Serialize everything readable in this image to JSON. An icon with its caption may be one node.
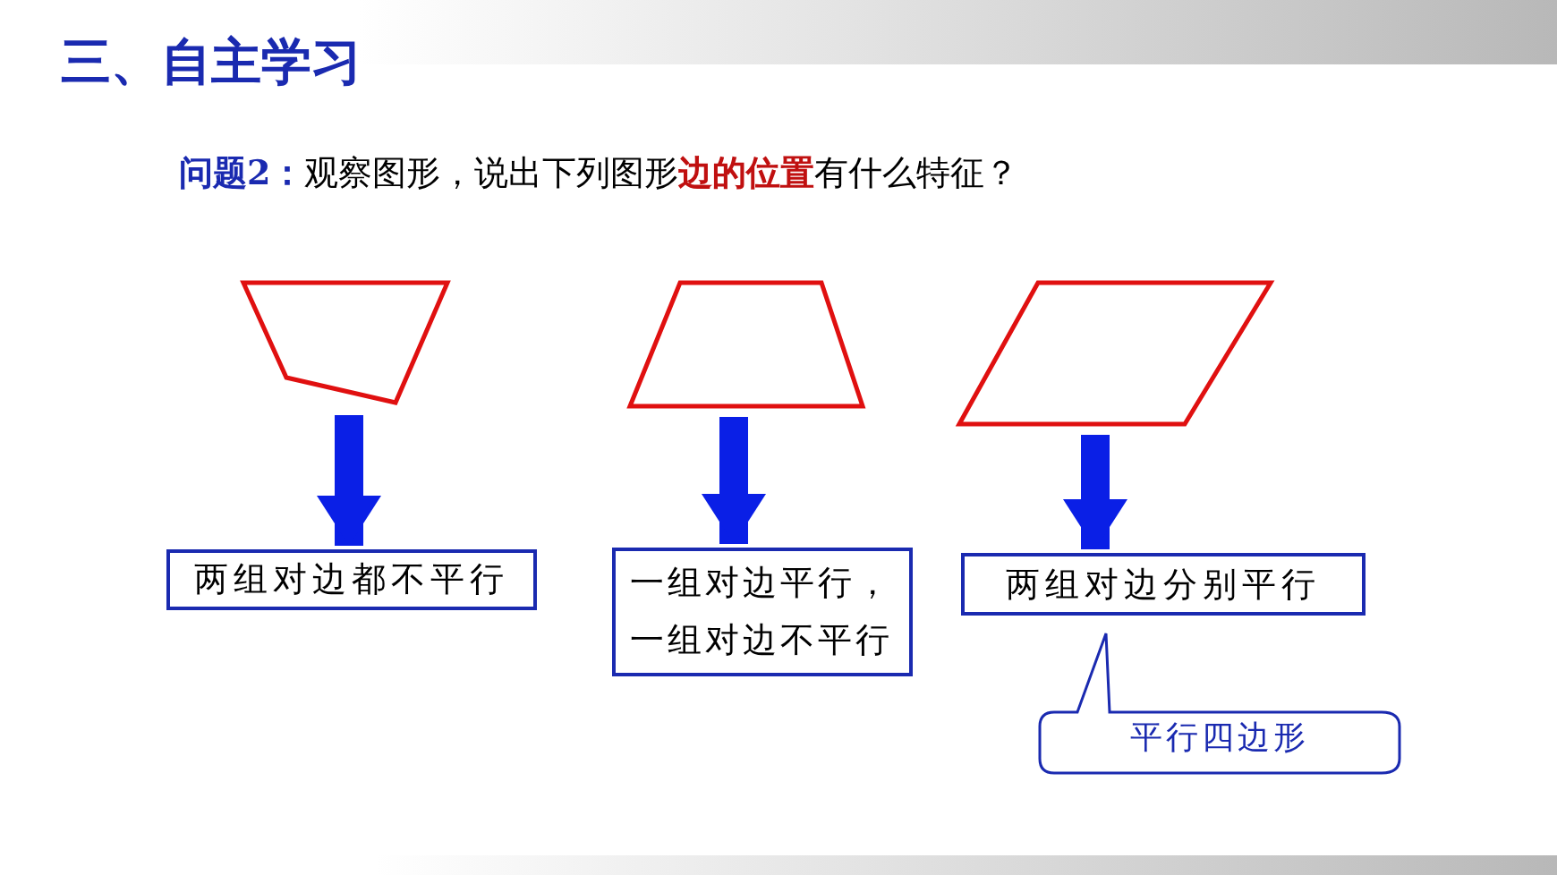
{
  "diagram": {
    "title": "三、自主学习",
    "nodes": [
      {
        "text": [],
        "shape": "quadrilateral"
      },
      {
        "text": [],
        "shape": "trapezoid"
      },
      {
        "text": [],
        "shape": "parallelogram"
      },
      {
        "text": [
          "两组对边都不平行"
        ]
      },
      {
        "text": [
          "一组对边平行，一组对边不平行"
        ]
      },
      {
        "text": [
          "两组对边分别平行"
        ]
      },
      {
        "text": [
          "平行四边形"
        ]
      }
    ],
    "edges": [
      {
        "from": 0,
        "to": 3,
        "arrow": "to"
      },
      {
        "from": 1,
        "to": 4,
        "arrow": "to"
      },
      {
        "from": 2,
        "to": 5,
        "arrow": "to"
      }
    ],
    "labels": [
      "**问题2：**观察图形，说出下列图形**边的位置**有什么特征？"
    ]
  }
}
